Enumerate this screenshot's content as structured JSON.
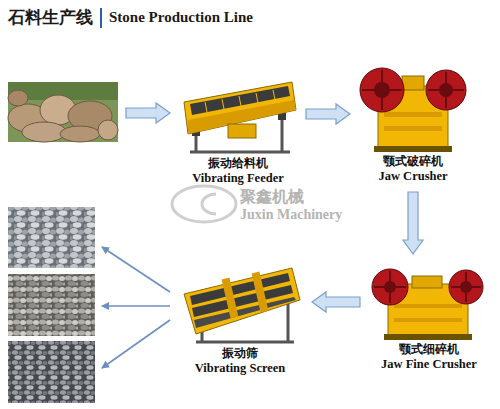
{
  "diagram": {
    "title": "石料生产线",
    "nodes": [
      {
        "text": [
          "振动给料机",
          "Vibrating Feeder"
        ]
      },
      {
        "text": [
          "颚式破碎机",
          "Jaw Crusher"
        ]
      },
      {
        "text": [
          "颚式细碎机",
          "Jaw Fine Crusher"
        ]
      },
      {
        "text": [
          "振动筛",
          "Vibrating Screen"
        ]
      }
    ],
    "edges": [
      {
        "from": 0,
        "to": 1,
        "arrow": "to"
      },
      {
        "from": 1,
        "to": 2,
        "arrow": "to"
      },
      {
        "from": 2,
        "to": 3,
        "arrow": "to"
      }
    ],
    "labels": [
      "Stone Production Line",
      "聚鑫机械",
      "Juxin Machinery"
    ]
  }
}
